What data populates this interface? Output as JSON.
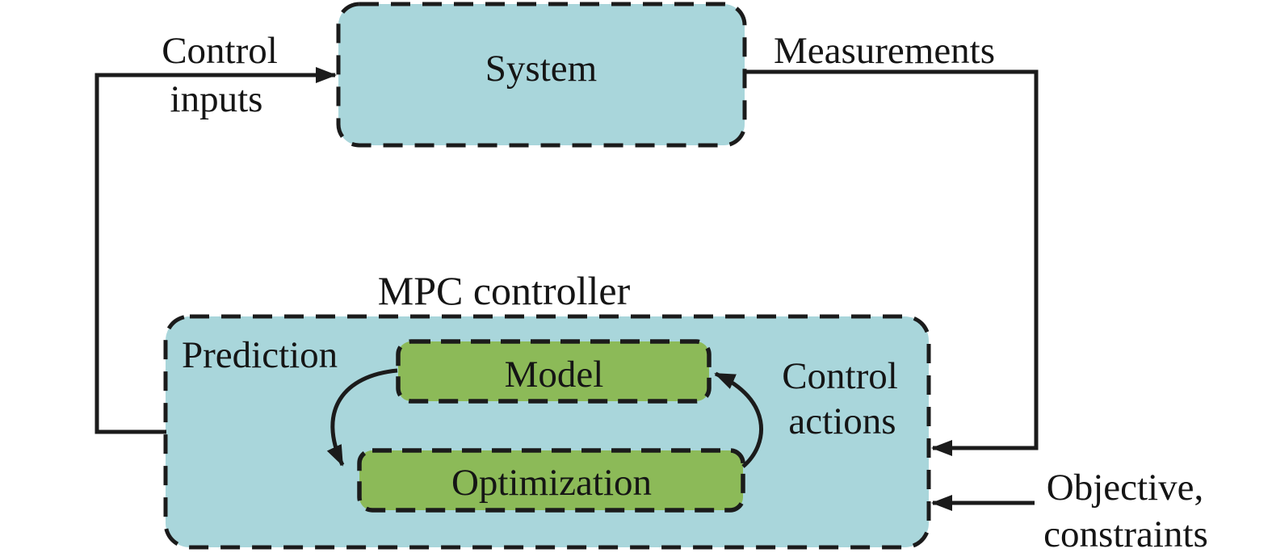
{
  "diagram": {
    "colors": {
      "system_fill": "#a9d6db",
      "mpc_fill": "#a9d6db",
      "inner_fill": "#8cba58",
      "line_color": "#1b1b1b",
      "text_color": "#151515",
      "background": "#ffffff"
    },
    "nodes": {
      "system": {
        "label": "System"
      },
      "mpc": {
        "label": "MPC controller",
        "region_label": "Prediction"
      },
      "model": {
        "label": "Model"
      },
      "optimization": {
        "label": "Optimization"
      }
    },
    "edges": {
      "control_inputs": {
        "line1": "Control",
        "line2": "inputs"
      },
      "measurements": {
        "label": "Measurements"
      },
      "control_actions": {
        "line1": "Control",
        "line2": "actions"
      },
      "objective_constraints": {
        "line1": "Objective,",
        "line2": "constraints"
      }
    }
  }
}
